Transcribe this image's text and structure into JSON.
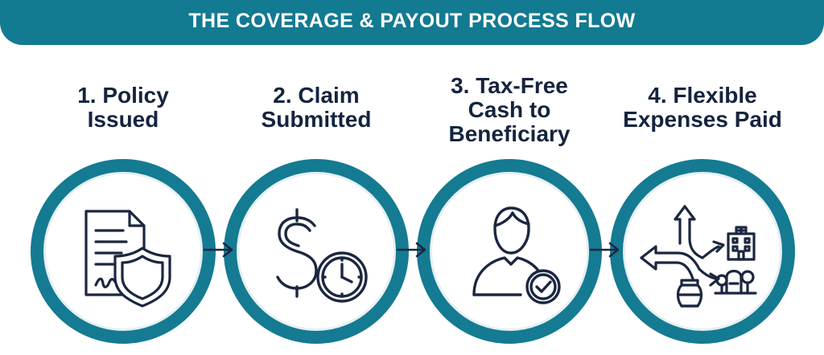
{
  "header": {
    "title": "THE COVERAGE & PAYOUT PROCESS FLOW"
  },
  "steps": [
    {
      "lines": [
        "1. Policy",
        "Issued"
      ],
      "icon": "policy-document-shield-icon"
    },
    {
      "lines": [
        "2. Claim",
        "Submitted"
      ],
      "icon": "dollar-clock-icon"
    },
    {
      "lines": [
        "3. Tax-Free",
        "Cash to",
        "Beneficiary"
      ],
      "icon": "person-checkmark-icon"
    },
    {
      "lines": [
        "4. Flexible",
        "Expenses Paid"
      ],
      "icon": "branching-arrows-expenses-icon"
    }
  ],
  "colors": {
    "teal": "#127a91",
    "navy": "#14243e",
    "icon_stroke": "#1b2740"
  }
}
